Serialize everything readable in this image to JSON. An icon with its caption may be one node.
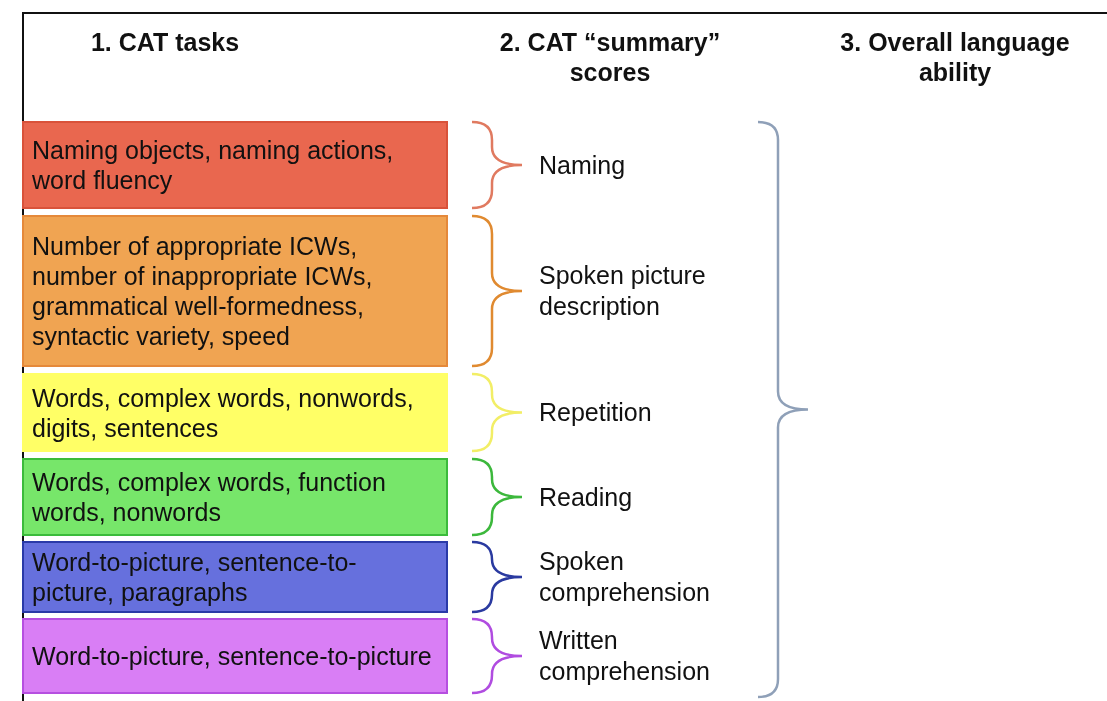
{
  "diagram": {
    "nodes": [
      {
        "text": [
          "Naming objects, naming actions, word fluency"
        ]
      },
      {
        "text": [
          "Number of appropriate ICWs, number of inappropriate ICWs, grammatical well-formedness, syntactic variety, speed"
        ]
      },
      {
        "text": [
          "Words, complex words, nonwords, digits, sentences"
        ]
      },
      {
        "text": [
          "Words, complex words, function words, nonwords"
        ]
      },
      {
        "text": [
          "Word-to-picture, sentence-to-picture, paragraphs"
        ]
      },
      {
        "text": [
          "Word-to-picture, sentence-to-picture"
        ]
      }
    ],
    "labels": [
      "1. CAT tasks",
      "2. CAT “summary” scores",
      "3. Overall language ability",
      "Naming",
      "Spoken picture description",
      "Repetition",
      "Reading",
      "Spoken comprehension",
      "Written comprehension"
    ]
  }
}
